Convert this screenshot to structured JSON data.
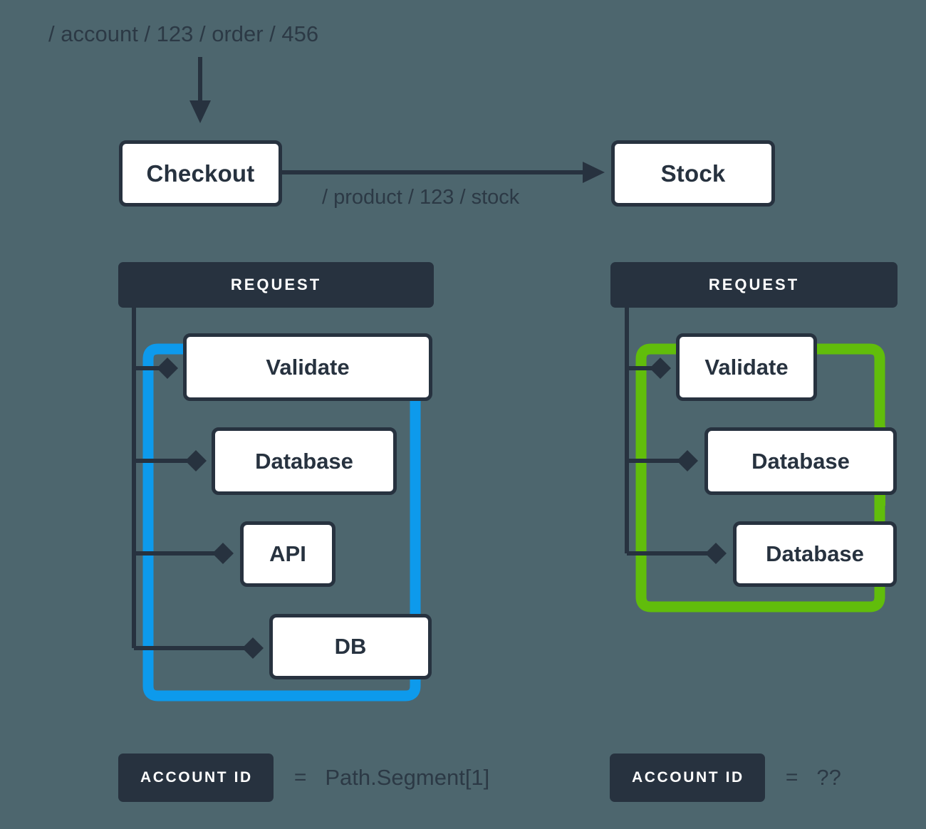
{
  "diagram": {
    "background_color": "#4d666e",
    "ink_color": "#27323f",
    "highlight_left_color": "#0d9aec",
    "highlight_right_color": "#61bd0b"
  },
  "entry": {
    "path_label": "/ account / 123 / order / 456",
    "arrow_icon": "down-arrow-icon"
  },
  "services": {
    "checkout": "Checkout",
    "stock": "Stock",
    "edge_label": "/ product / 123 / stock",
    "edge_arrow_icon": "right-arrow-icon"
  },
  "panels": [
    {
      "id": "left",
      "header": "REQUEST",
      "highlight_color": "#0d9aec",
      "steps": [
        {
          "label": "Validate"
        },
        {
          "label": "Database"
        },
        {
          "label": "API"
        },
        {
          "label": "DB"
        }
      ],
      "legend": {
        "badge": "ACCOUNT ID",
        "equals": "=",
        "value": "Path.Segment[1]"
      }
    },
    {
      "id": "right",
      "header": "REQUEST",
      "highlight_color": "#61bd0b",
      "steps": [
        {
          "label": "Validate"
        },
        {
          "label": "Database"
        },
        {
          "label": "Database"
        }
      ],
      "legend": {
        "badge": "ACCOUNT ID",
        "equals": "=",
        "value": "??"
      }
    }
  ]
}
